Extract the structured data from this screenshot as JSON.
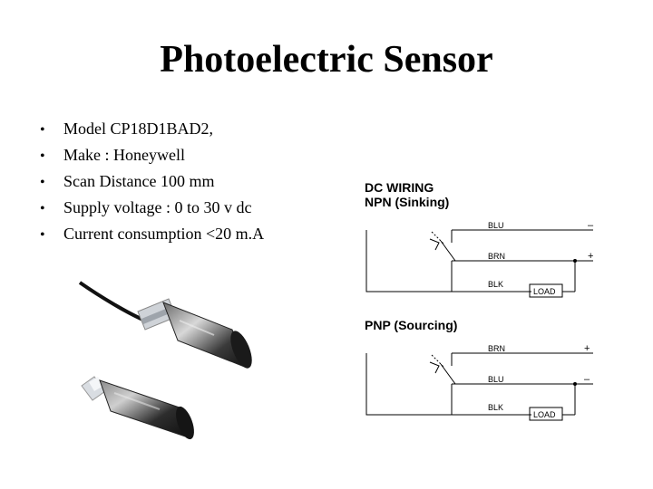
{
  "slide": {
    "title": "Photoelectric Sensor",
    "bullets": [
      "Model  CP18D1BAD2,",
      "Make : Honeywell",
      "Scan Distance 100 mm",
      "Supply voltage : 0 to 30 v dc",
      "Current consumption  <20 m.A"
    ]
  },
  "dc_wiring": {
    "title_line1": "DC WIRING",
    "title_line2": "NPN (Sinking)",
    "wire1": "BLU",
    "wire1_sign": "–",
    "wire2": "BRN",
    "wire2_sign": "+",
    "wire3": "BLK",
    "load": "LOAD"
  },
  "pnp_wiring": {
    "title": "PNP (Sourcing)",
    "wire1": "BRN",
    "wire1_sign": "+",
    "wire2": "BLU",
    "wire2_sign": "–",
    "wire3": "BLK",
    "load": "LOAD"
  }
}
